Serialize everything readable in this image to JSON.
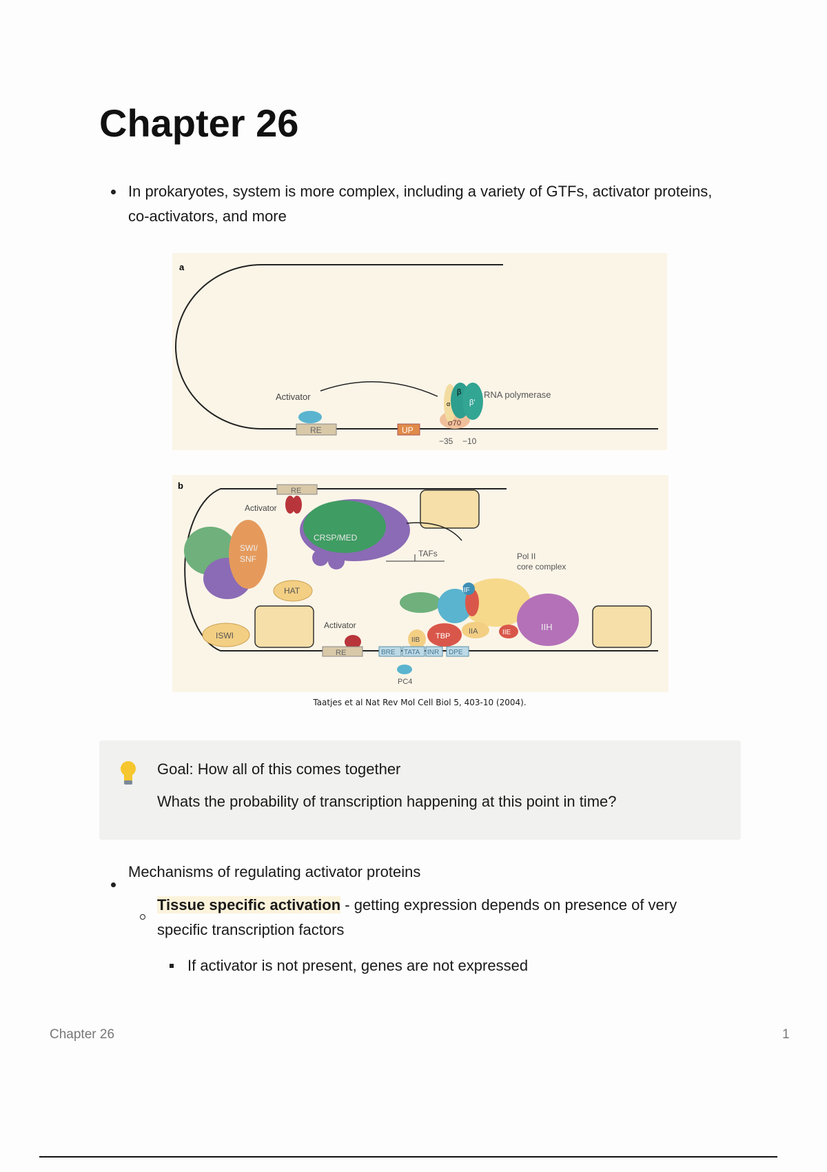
{
  "title": "Chapter 26",
  "bullets": {
    "b1": "In prokaryotes, system is more complex, including a variety of GTFs, activator proteins, co-activators, and more"
  },
  "figure": {
    "panel_a": {
      "label": "a",
      "activator": "Activator",
      "re": "RE",
      "up": "UP",
      "beta": "β",
      "beta_prime": "β'",
      "alpha": "α",
      "sigma": "σ70",
      "rnap": "RNA polymerase",
      "pos35": "−35",
      "pos10": "−10"
    },
    "panel_b": {
      "label": "b",
      "re_top": "RE",
      "activator_top": "Activator",
      "crsp": "CRSP/MED",
      "swi": "SWI/",
      "snf": "SNF",
      "hat": "HAT",
      "iswi": "ISWI",
      "activator_bottom": "Activator",
      "re_bottom": "RE",
      "tafs": "TAFs",
      "pol2_1": "Pol II",
      "pol2_2": "core complex",
      "iif": "IIF",
      "iia": "IIA",
      "iie": "IIE",
      "iih": "IIH",
      "iib": "IIB",
      "tbp": "TBP",
      "bre": "BRE",
      "tata": "TATA",
      "inr": "INR",
      "dpe": "DPE",
      "pc4": "PC4"
    },
    "caption": "Taatjes et al Nat Rev Mol Cell Biol 5, 403-10 (2004)."
  },
  "callout": {
    "icon": "lightbulb-icon",
    "line1": "Goal: How all of this comes together",
    "line2": "Whats the probability of transcription happening at this point in time?"
  },
  "list2": {
    "b2": "Mechanisms of regulating activator proteins",
    "sub_bold": "Tissue specific activation",
    "sub_rest": " - getting expression depends on presence of very",
    "sub_line2": "specific transcription factors",
    "subsub": "If activator is not present, genes are not expressed"
  },
  "footer": {
    "left": "Chapter 26",
    "page": "1"
  }
}
